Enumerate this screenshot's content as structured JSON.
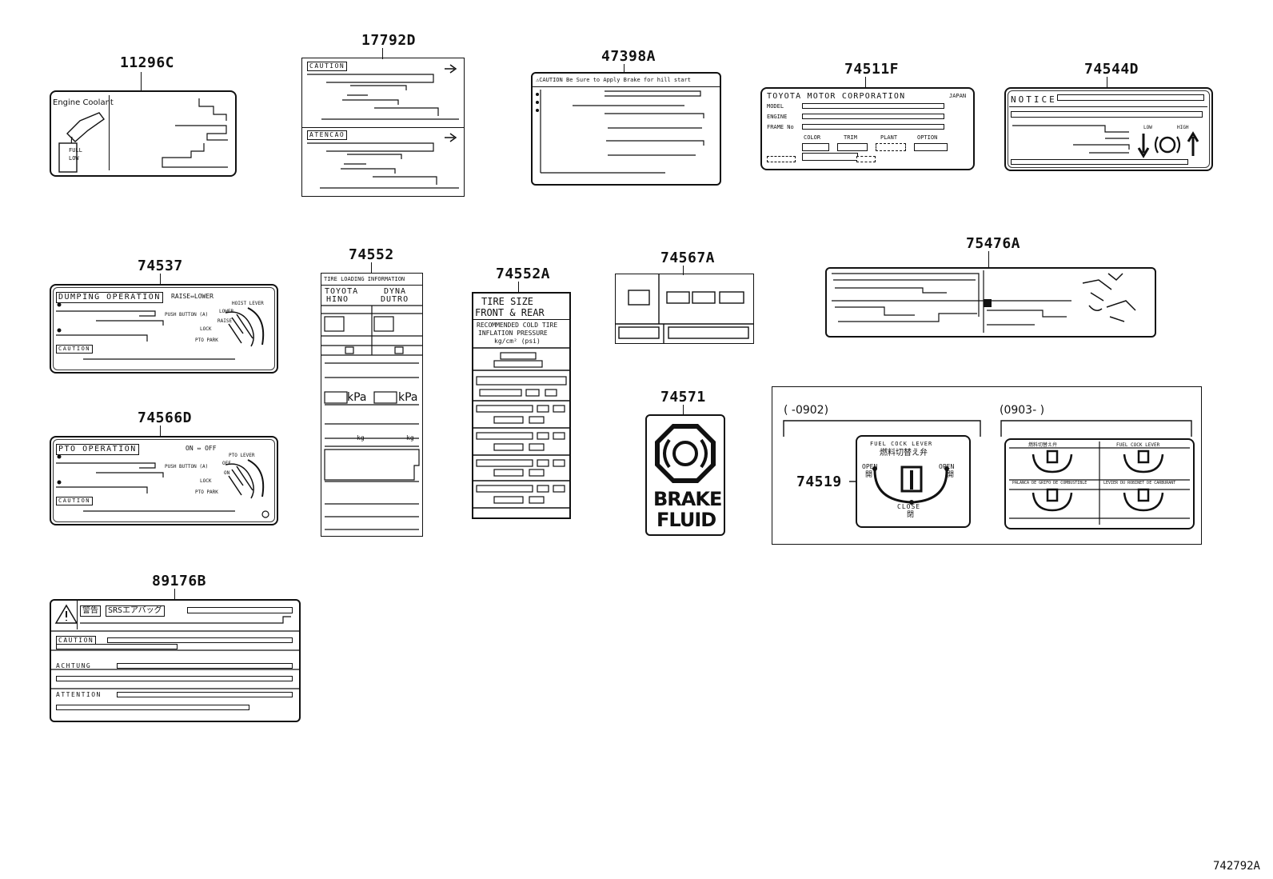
{
  "parts": {
    "p11296C": "11296C",
    "p17792D": "17792D",
    "p47398A": "47398A",
    "p74511F": "74511F",
    "p74544D": "74544D",
    "p74537": "74537",
    "p74552": "74552",
    "p74552A": "74552A",
    "p74567A": "74567A",
    "p75476A": "75476A",
    "p74566D": "74566D",
    "p74571": "74571",
    "p74519": "74519",
    "p89176B": "89176B"
  },
  "coolant_label": {
    "title": "Engine Coolant",
    "full": "FULL",
    "low": "LOW"
  },
  "caution_label": {
    "caution": "CAUTION",
    "atencao": "ATENCAO"
  },
  "hill_label": {
    "warning": "⚠CAUTION",
    "text": "Be Sure to Apply Brake for hill start"
  },
  "vin_plate": {
    "maker": "TOYOTA  MOTOR  CORPORATION",
    "country": "JAPAN",
    "model": "MODEL",
    "engine": "ENGINE",
    "frame": "FRAME No",
    "color": "COLOR",
    "trim": "TRIM",
    "plant": "PLANT",
    "option": "OPTION"
  },
  "notice_label": {
    "title": "NOTICE",
    "low": "LOW",
    "high": "HIGH"
  },
  "dump_label": {
    "title": "DUMPING  OPERATION",
    "raise_lower": "RAISE⇔LOWER",
    "hoist_lever": "HOIST LEVER",
    "push_button": "PUSH BUTTON (A)",
    "lower": "LOWER",
    "raise": "RAISE",
    "lock": "LOCK",
    "pto_park": "PTO PARK",
    "caution": "CAUTION"
  },
  "pto_label": {
    "title": "PTO  OPERATION",
    "on_off": "ON ⇔ OFF",
    "pto_lever": "PTO LEVER",
    "push_button": "PUSH BUTTON (A)",
    "off": "OFF",
    "on": "ON",
    "lock": "LOCK",
    "pto_park": "PTO PARK",
    "caution": "CAUTION"
  },
  "tire_info": {
    "title": "TIRE LOADING INFORMATION",
    "toyota": "TOYOTA",
    "dyna": "DYNA",
    "hino": "HINO",
    "dutro": "DUTRO",
    "kpa": "kPa",
    "kg": "kg"
  },
  "tire_size": {
    "line1": "TIRE  SIZE",
    "line2": "FRONT & REAR",
    "line3": "RECOMMENDED COLD TIRE",
    "line4": "INFLATION PRESSURE",
    "line5": "kg/cm² (psi)"
  },
  "brake_label": {
    "line1": "BRAKE",
    "line2": "FLUID"
  },
  "fuel_group": {
    "range_a": "(      -0902)",
    "range_b": "(0903-      )",
    "lever_title": "FUEL COCK LEVER",
    "jp_title": "燃料切替え弁",
    "open": "OPEN",
    "close": "CLOSE",
    "jp_open": "開",
    "jp_close": "閉",
    "q_tl": "燃料切替え弁",
    "q_tr": "FUEL COCK LEVER",
    "q_bl": "PALANCA DE GRIFO DE COMBUSTIBLE",
    "q_br": "LEVIER DU ROBINET DE CARBURANT"
  },
  "srs_label": {
    "warn_jp": "警告",
    "srs": "SRSエアバッグ",
    "caution": "CAUTION",
    "achtung": "ACHTUNG",
    "attention": "ATTENTION"
  },
  "diagram_code": "742792A"
}
